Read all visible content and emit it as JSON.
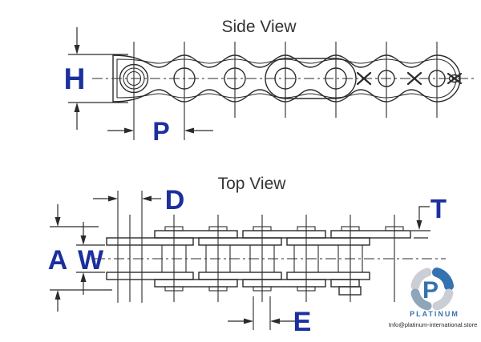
{
  "drawing": {
    "side_view": {
      "title": "Side View",
      "dim_height": "H",
      "dim_pitch": "P"
    },
    "top_view": {
      "title": "Top View",
      "dim_roller_diameter": "D",
      "dim_plate_thickness": "T",
      "dim_overall_width": "A",
      "dim_inner_width": "W",
      "dim_pin_head": "E"
    }
  },
  "watermark": {
    "monogram": "P",
    "brand": "PLATINUM",
    "email": "Info@platinum-international.store"
  },
  "colors": {
    "dim-blue": "#1b2f9d",
    "line": "#2b2b2b",
    "title": "#333333",
    "logo-blue": "#2d6dad",
    "logo-steel": "#8aa2b8",
    "logo-gray": "#c9cdd3",
    "email": "#1a1a1a"
  }
}
